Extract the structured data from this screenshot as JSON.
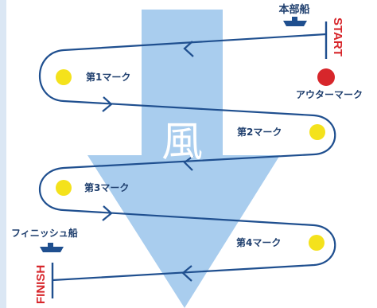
{
  "diagram": {
    "wind_label": "風",
    "committee_boat_label": "本部船",
    "start_label": "START",
    "outer_mark_label": "アウターマーク",
    "mark1_label": "第1マーク",
    "mark2_label": "第2マーク",
    "mark3_label": "第3マーク",
    "mark4_label": "第4マーク",
    "finish_boat_label": "フィニッシュ船",
    "finish_label": "FINISH"
  },
  "colors": {
    "course_line": "#1f4f8f",
    "wind_arrow": "#a9cdee",
    "mark_yellow": "#f4e21c",
    "outer_mark_red": "#d7262b",
    "start_finish_red": "#d7262b",
    "left_bar": "#dbe7f4",
    "text": "#1f3f6e",
    "wind_text": "#ffffff"
  }
}
